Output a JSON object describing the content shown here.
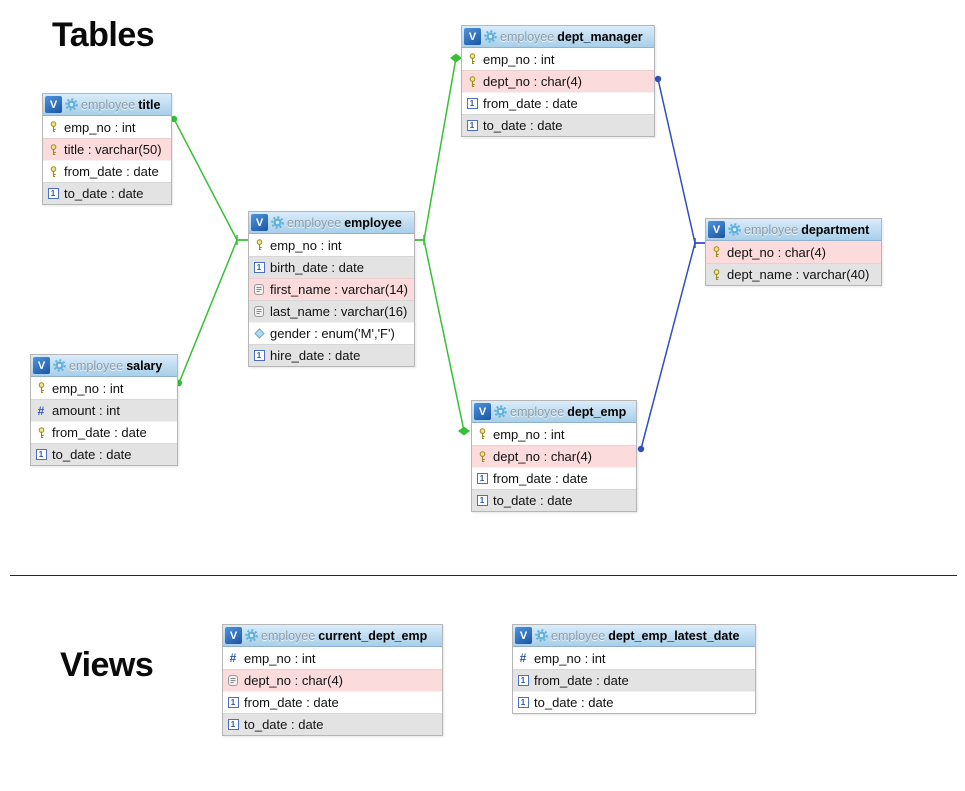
{
  "headings": {
    "tables": "Tables",
    "views": "Views"
  },
  "icons": {
    "table_badge": "V"
  },
  "colors": {
    "relation_green": "#35c135",
    "relation_blue": "#2f4fc0",
    "row_pink": "#fbdbdb",
    "row_gray": "#e3e3e3",
    "row_white": "#ffffff",
    "header_top": "#d9ecfa",
    "header_bottom": "#a8cfe9"
  },
  "tables": [
    {
      "schema": "employee",
      "name": "title",
      "columns": [
        {
          "icon": "key",
          "label": "emp_no : int",
          "bg": "white"
        },
        {
          "icon": "key",
          "label": "title : varchar(50)",
          "bg": "pink"
        },
        {
          "icon": "key",
          "label": "from_date : date",
          "bg": "white"
        },
        {
          "icon": "date",
          "label": "to_date : date",
          "bg": "gray"
        }
      ]
    },
    {
      "schema": "employee",
      "name": "dept_manager",
      "columns": [
        {
          "icon": "key",
          "label": "emp_no : int",
          "bg": "white"
        },
        {
          "icon": "key",
          "label": "dept_no : char(4)",
          "bg": "pink"
        },
        {
          "icon": "date",
          "label": "from_date : date",
          "bg": "white"
        },
        {
          "icon": "date",
          "label": "to_date : date",
          "bg": "gray"
        }
      ]
    },
    {
      "schema": "employee",
      "name": "employee",
      "columns": [
        {
          "icon": "key",
          "label": "emp_no : int",
          "bg": "white"
        },
        {
          "icon": "date",
          "label": "birth_date : date",
          "bg": "gray"
        },
        {
          "icon": "text",
          "label": "first_name : varchar(14)",
          "bg": "pink"
        },
        {
          "icon": "text",
          "label": "last_name : varchar(16)",
          "bg": "gray"
        },
        {
          "icon": "enum",
          "label": "gender : enum('M','F')",
          "bg": "white"
        },
        {
          "icon": "date",
          "label": "hire_date : date",
          "bg": "gray"
        }
      ]
    },
    {
      "schema": "employee",
      "name": "department",
      "columns": [
        {
          "icon": "key",
          "label": "dept_no : char(4)",
          "bg": "pink"
        },
        {
          "icon": "key",
          "label": "dept_name : varchar(40)",
          "bg": "gray"
        }
      ]
    },
    {
      "schema": "employee",
      "name": "salary",
      "columns": [
        {
          "icon": "key",
          "label": "emp_no : int",
          "bg": "white"
        },
        {
          "icon": "hash",
          "label": "amount : int",
          "bg": "gray"
        },
        {
          "icon": "key",
          "label": "from_date : date",
          "bg": "white"
        },
        {
          "icon": "date",
          "label": "to_date : date",
          "bg": "gray"
        }
      ]
    },
    {
      "schema": "employee",
      "name": "dept_emp",
      "columns": [
        {
          "icon": "key",
          "label": "emp_no : int",
          "bg": "white"
        },
        {
          "icon": "key",
          "label": "dept_no : char(4)",
          "bg": "pink"
        },
        {
          "icon": "date",
          "label": "from_date : date",
          "bg": "white"
        },
        {
          "icon": "date",
          "label": "to_date : date",
          "bg": "gray"
        }
      ]
    }
  ],
  "views": [
    {
      "schema": "employee",
      "name": "current_dept_emp",
      "columns": [
        {
          "icon": "hash",
          "label": "emp_no : int",
          "bg": "white"
        },
        {
          "icon": "text",
          "label": "dept_no : char(4)",
          "bg": "pink"
        },
        {
          "icon": "date",
          "label": "from_date : date",
          "bg": "white"
        },
        {
          "icon": "date",
          "label": "to_date : date",
          "bg": "gray"
        }
      ]
    },
    {
      "schema": "employee",
      "name": "dept_emp_latest_date",
      "columns": [
        {
          "icon": "hash",
          "label": "emp_no : int",
          "bg": "white"
        },
        {
          "icon": "date",
          "label": "from_date : date",
          "bg": "gray"
        },
        {
          "icon": "date",
          "label": "to_date : date",
          "bg": "white"
        }
      ]
    }
  ],
  "relations": [
    {
      "from": "title.emp_no",
      "to": "employee.emp_no",
      "color": "green"
    },
    {
      "from": "salary.emp_no",
      "to": "employee.emp_no",
      "color": "green"
    },
    {
      "from": "dept_manager.emp_no",
      "to": "employee.emp_no",
      "color": "green"
    },
    {
      "from": "dept_emp.emp_no",
      "to": "employee.emp_no",
      "color": "green"
    },
    {
      "from": "dept_manager.dept_no",
      "to": "department.dept_no",
      "color": "blue"
    },
    {
      "from": "dept_emp.dept_no",
      "to": "department.dept_no",
      "color": "blue"
    }
  ]
}
